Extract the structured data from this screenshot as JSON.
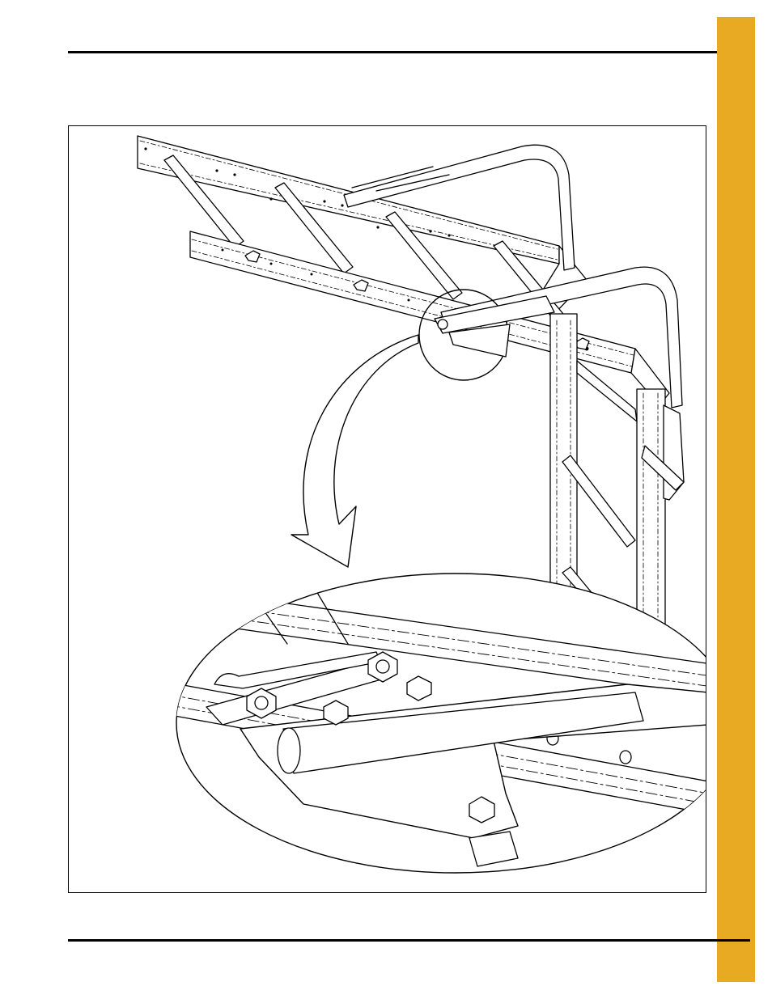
{
  "page": {
    "accent_color": "#E8AA22",
    "rule_color": "#000000"
  },
  "figure": {
    "type": "technical-line-drawing",
    "subject": "ladder-and-cage-assembly-with-enlarged-detail",
    "detail_callout": "circular-magnifier-with-curved-arrow",
    "line_color": "#000000",
    "fill_color": "#ffffff"
  }
}
